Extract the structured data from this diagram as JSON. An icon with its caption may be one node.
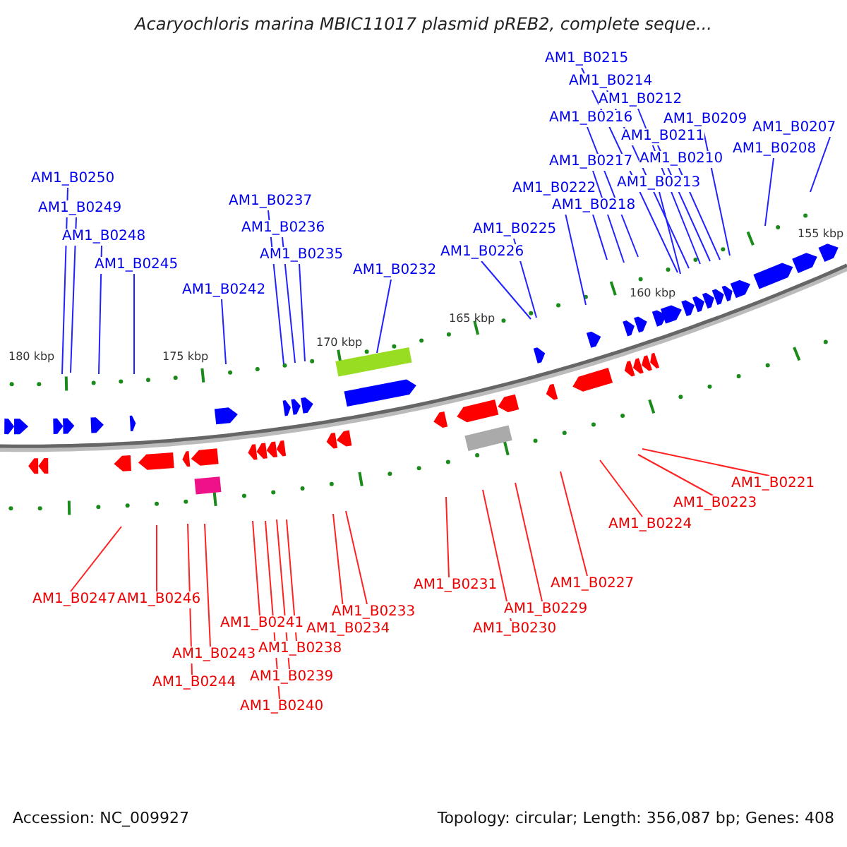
{
  "diagram": {
    "title": "Acaryochloris marina MBIC11017 plasmid pREB2, complete seque...",
    "nodes": [
      {
        "text": [
          "AM1_B0215"
        ]
      },
      {
        "text": [
          "AM1_B0214"
        ]
      },
      {
        "text": [
          "AM1_B0212"
        ]
      },
      {
        "text": [
          "AM1_B0216"
        ]
      },
      {
        "text": [
          "AM1_B0209"
        ]
      },
      {
        "text": [
          "AM1_B0207"
        ]
      },
      {
        "text": [
          "AM1_B0211"
        ]
      },
      {
        "text": [
          "AM1_B0208"
        ]
      },
      {
        "text": [
          "AM1_B0217"
        ]
      },
      {
        "text": [
          "AM1_B0210"
        ]
      },
      {
        "text": [
          "AM1_B0250"
        ]
      },
      {
        "text": [
          "AM1_B0222"
        ]
      },
      {
        "text": [
          "AM1_B0213"
        ]
      },
      {
        "text": [
          "AM1_B0237"
        ]
      },
      {
        "text": [
          "AM1_B0218"
        ]
      },
      {
        "text": [
          "AM1_B0249"
        ]
      },
      {
        "text": [
          "AM1_B0236"
        ]
      },
      {
        "text": [
          "AM1_B0225"
        ]
      },
      {
        "text": [
          "AM1_B0248"
        ]
      },
      {
        "text": [
          "AM1_B0226"
        ]
      },
      {
        "text": [
          "AM1_B0235"
        ]
      },
      {
        "text": [
          "AM1_B0245"
        ]
      },
      {
        "text": [
          "AM1_B0232"
        ]
      },
      {
        "text": [
          "AM1_B0242"
        ]
      },
      {
        "text": [
          "AM1_B0221"
        ]
      },
      {
        "text": [
          "AM1_B0223"
        ]
      },
      {
        "text": [
          "AM1_B0224"
        ]
      },
      {
        "text": [
          "AM1_B0231"
        ]
      },
      {
        "text": [
          "AM1_B0227"
        ]
      },
      {
        "text": [
          "AM1_B0247"
        ]
      },
      {
        "text": [
          "AM1_B0246"
        ]
      },
      {
        "text": [
          "AM1_B0229"
        ]
      },
      {
        "text": [
          "AM1_B0233"
        ]
      },
      {
        "text": [
          "AM1_B0241"
        ]
      },
      {
        "text": [
          "AM1_B0230"
        ]
      },
      {
        "text": [
          "AM1_B0234"
        ]
      },
      {
        "text": [
          "AM1_B0238"
        ]
      },
      {
        "text": [
          "AM1_B0243"
        ]
      },
      {
        "text": [
          "AM1_B0239"
        ]
      },
      {
        "text": [
          "AM1_B0244"
        ]
      },
      {
        "text": [
          "AM1_B0240"
        ]
      }
    ],
    "edges": [
      {
        "from": 0,
        "to": null,
        "arrow": "none"
      },
      {
        "from": 1,
        "to": null,
        "arrow": "none"
      },
      {
        "from": 2,
        "to": null,
        "arrow": "none"
      },
      {
        "from": 3,
        "to": null,
        "arrow": "none"
      },
      {
        "from": 4,
        "to": null,
        "arrow": "none"
      },
      {
        "from": 5,
        "to": null,
        "arrow": "none"
      },
      {
        "from": 6,
        "to": null,
        "arrow": "none"
      },
      {
        "from": 7,
        "to": null,
        "arrow": "none"
      },
      {
        "from": 8,
        "to": null,
        "arrow": "none"
      },
      {
        "from": 9,
        "to": null,
        "arrow": "none"
      },
      {
        "from": 10,
        "to": null,
        "arrow": "none"
      },
      {
        "from": 11,
        "to": null,
        "arrow": "none"
      },
      {
        "from": 12,
        "to": null,
        "arrow": "none"
      },
      {
        "from": 13,
        "to": null,
        "arrow": "none"
      },
      {
        "from": 14,
        "to": null,
        "arrow": "none"
      },
      {
        "from": 15,
        "to": null,
        "arrow": "none"
      },
      {
        "from": 16,
        "to": null,
        "arrow": "none"
      },
      {
        "from": 17,
        "to": null,
        "arrow": "none"
      },
      {
        "from": 18,
        "to": null,
        "arrow": "none"
      },
      {
        "from": 19,
        "to": null,
        "arrow": "none"
      },
      {
        "from": 20,
        "to": null,
        "arrow": "none"
      },
      {
        "from": 21,
        "to": null,
        "arrow": "none"
      },
      {
        "from": 22,
        "to": null,
        "arrow": "none"
      },
      {
        "from": 23,
        "to": null,
        "arrow": "none"
      },
      {
        "from": 24,
        "to": null,
        "arrow": "none",
        "color": "#ff2222"
      },
      {
        "from": 25,
        "to": null,
        "arrow": "none",
        "color": "#ff2222"
      },
      {
        "from": 26,
        "to": null,
        "arrow": "none",
        "color": "#ff2222"
      },
      {
        "from": 27,
        "to": null,
        "arrow": "none",
        "color": "#ff2222"
      },
      {
        "from": 28,
        "to": null,
        "arrow": "none",
        "color": "#ff2222"
      },
      {
        "from": 29,
        "to": null,
        "arrow": "none",
        "color": "#ff2222"
      },
      {
        "from": 30,
        "to": null,
        "arrow": "none",
        "color": "#ff2222"
      },
      {
        "from": 31,
        "to": null,
        "arrow": "none",
        "color": "#ff2222"
      },
      {
        "from": 32,
        "to": null,
        "arrow": "none",
        "color": "#ff2222"
      },
      {
        "from": 33,
        "to": null,
        "arrow": "none",
        "color": "#ff2222"
      },
      {
        "from": 34,
        "to": null,
        "arrow": "none",
        "color": "#ff2222"
      },
      {
        "from": 35,
        "to": null,
        "arrow": "none",
        "color": "#ff2222"
      },
      {
        "from": 36,
        "to": null,
        "arrow": "none",
        "color": "#ff2222"
      },
      {
        "from": 37,
        "to": null,
        "arrow": "none",
        "color": "#ff2222"
      },
      {
        "from": 38,
        "to": null,
        "arrow": "none",
        "color": "#ff2222"
      },
      {
        "from": 39,
        "to": null,
        "arrow": "none",
        "color": "#ff2222"
      },
      {
        "from": 40,
        "to": null,
        "arrow": "none",
        "color": "#ff2222"
      }
    ],
    "labels": [
      "155 kbp",
      "160 kbp",
      "165 kbp",
      "170 kbp",
      "175 kbp",
      "180 kbp",
      "Accession: NC_009927",
      "Topology: circular; Length: 356,087 bp; Genes: 408"
    ]
  }
}
